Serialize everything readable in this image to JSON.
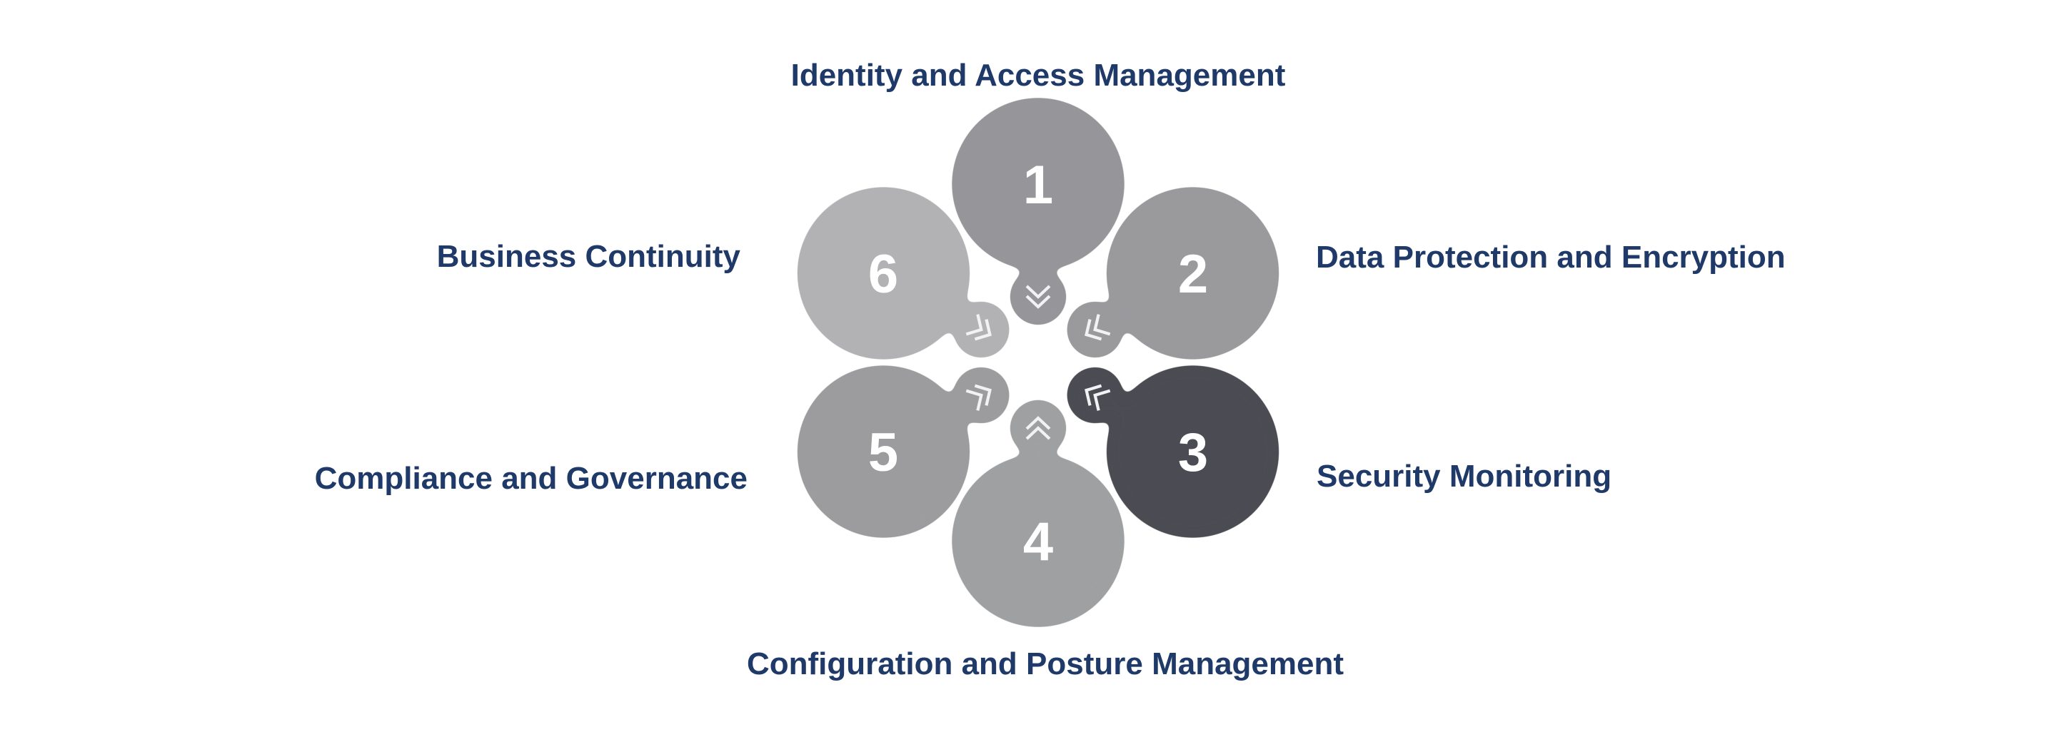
{
  "diagram": {
    "background": "#ffffff",
    "label_color": "#1f3a69",
    "number_color": "#ffffff",
    "chevron_color": "#f2f2f4",
    "steps": [
      {
        "number": "1",
        "label": "Identity and Access Management",
        "color": "#96969a",
        "label_position": "top"
      },
      {
        "number": "2",
        "label": "Data Protection and Encryption",
        "color": "#9a9a9d",
        "label_position": "right-top"
      },
      {
        "number": "3",
        "label": "Security Monitoring",
        "color": "#4c4c52",
        "label_position": "right-bottom"
      },
      {
        "number": "4",
        "label": "Configuration and Posture Management",
        "color": "#9fa0a2",
        "label_position": "bottom"
      },
      {
        "number": "5",
        "label": "Compliance and Governance",
        "color": "#9c9c9f",
        "label_position": "left-bottom"
      },
      {
        "number": "6",
        "label": "Business Continuity",
        "color": "#b2b2b5",
        "label_position": "left-top"
      }
    ]
  }
}
